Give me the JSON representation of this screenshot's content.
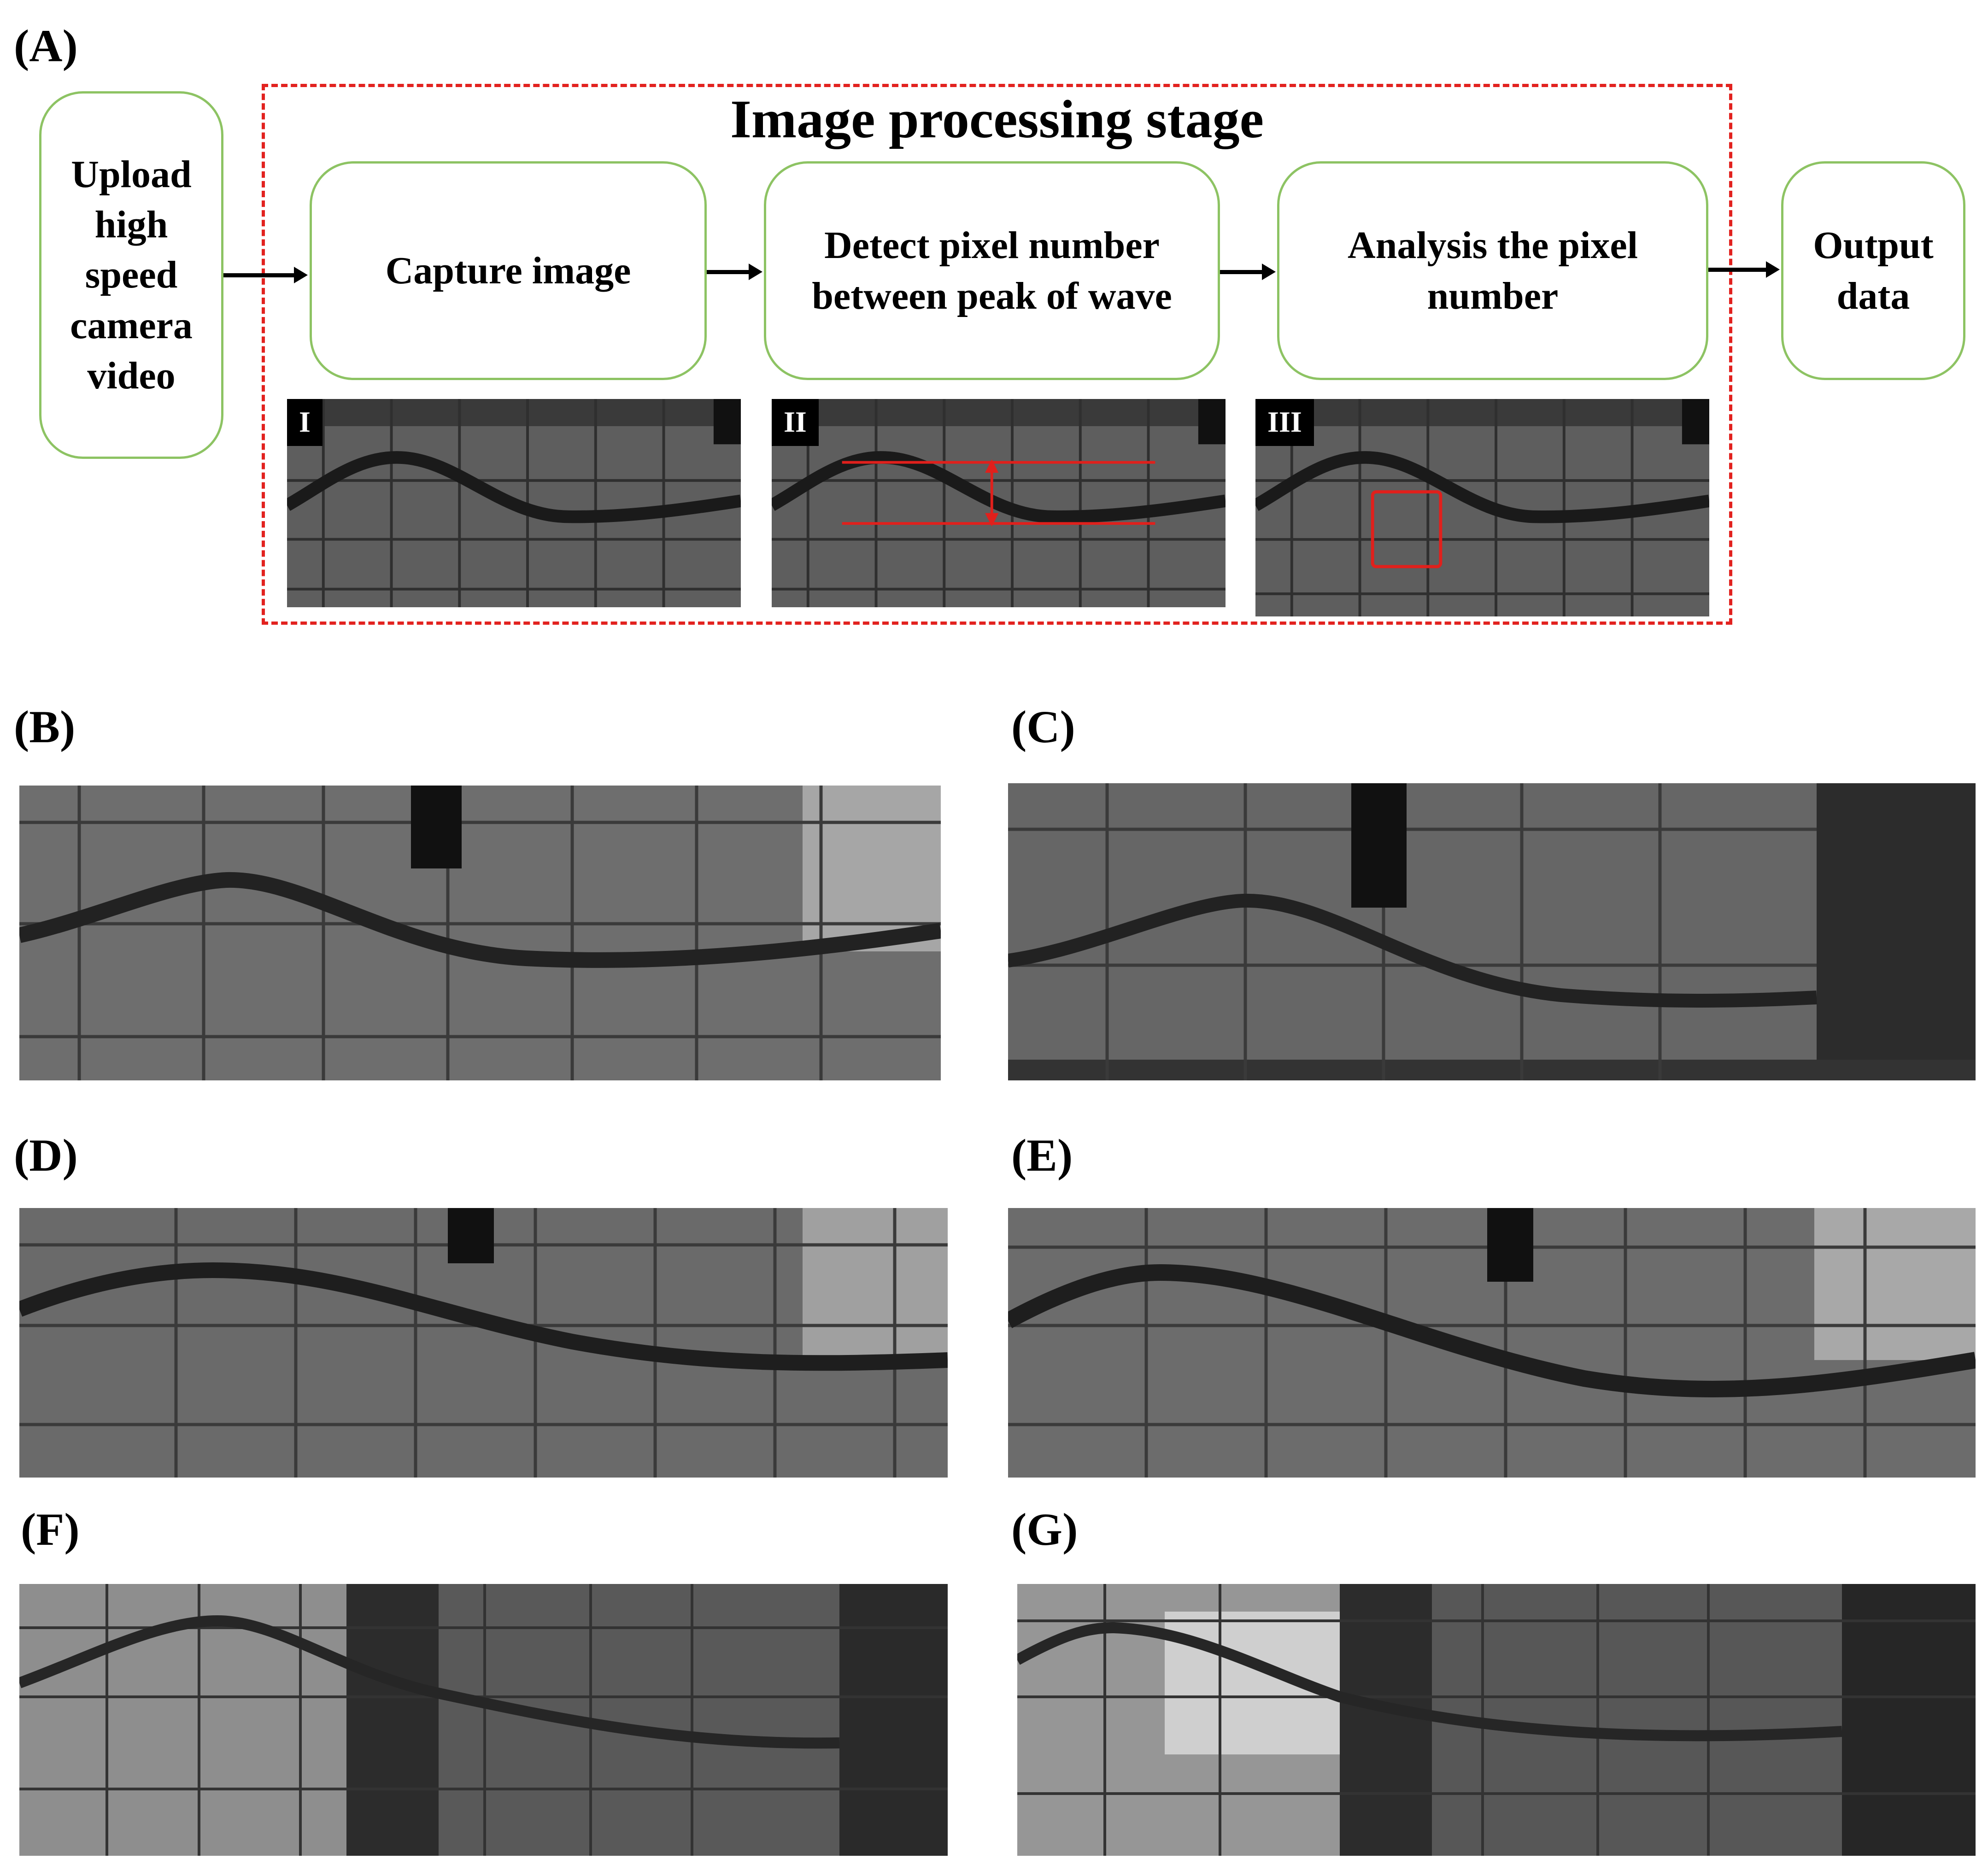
{
  "panels": {
    "a": "(A)",
    "b": "(B)",
    "c": "(C)",
    "d": "(D)",
    "e": "(E)",
    "f": "(F)",
    "g": "(G)"
  },
  "stage_title": "Image processing stage",
  "nodes": {
    "upload": "Upload high speed camera video",
    "capture": "Capture image",
    "detect": "Detect pixel number between peak of wave",
    "analysis": "Analysis the pixel number",
    "output": "Output data"
  },
  "step_tags": [
    "I",
    "II",
    "III"
  ],
  "colors": {
    "node_border": "#8dc363",
    "dashed_frame": "#e2221f",
    "annotation": "#e0201c"
  }
}
